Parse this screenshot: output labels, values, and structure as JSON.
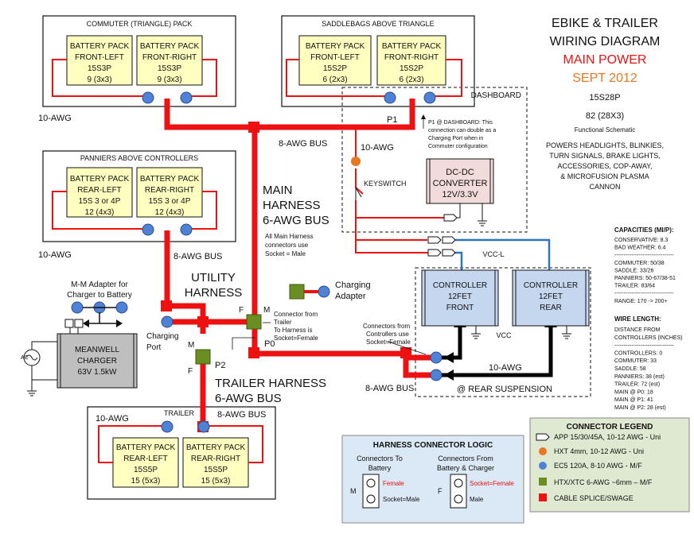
{
  "title": {
    "line1": "EBIKE & TRAILER",
    "line2": "WIRING DIAGRAM",
    "line3": "MAIN POWER",
    "line4": "SEPT 2012",
    "config1": "15S28P",
    "config2": "82 (28X3)",
    "subtitle": "Functional Schematic",
    "powers": [
      "POWERS HEADLIGHTS, BLINKIES,",
      "TURN SIGNALS, BRAKE LIGHTS,",
      "ACCESSORIES, COP-AWAY,",
      "& MICROFUSION PLASMA",
      "CANNON"
    ],
    "accent_red": "#ee1111",
    "accent_orange": "#e87722"
  },
  "packs": {
    "commuter": {
      "label": "COMMUTER (TRIANGLE) PACK",
      "left": [
        "BATTERY PACK",
        "FRONT-LEFT",
        "15S3P",
        "9 (3x3)"
      ],
      "right": [
        "BATTERY PACK",
        "FRONT-RIGHT",
        "15S3P",
        "9 (3x3)"
      ]
    },
    "saddlebags": {
      "label": "SADDLEBAGS ABOVE TRIANGLE",
      "left": [
        "BATTERY PACK",
        "FRONT-LEFT",
        "15S2P",
        "6 (2x3)"
      ],
      "right": [
        "BATTERY PACK",
        "FRONT-RIGHT",
        "15S2P",
        "6 (2x3)"
      ]
    },
    "panniers": {
      "label": "PANNIERS ABOVE CONTROLLERS",
      "left": [
        "BATTERY PACK",
        "REAR-LEFT",
        "15S 3 or 4P",
        "12 (4x3)"
      ],
      "right": [
        "BATTERY PACK",
        "REAR-RIGHT",
        "15S 3 or 4P",
        "12 (4x3)"
      ]
    },
    "trailer": {
      "label": "TRAILER",
      "left": [
        "BATTERY PACK",
        "REAR-LEFT",
        "15S5P",
        "15 (5x3)"
      ],
      "right": [
        "BATTERY PACK",
        "REAR-RIGHT",
        "15S5P",
        "15 (5x3)"
      ]
    },
    "fill": "#ffffc0"
  },
  "labels": {
    "awg10_top": "10-AWG",
    "awg10_mid": "10-AWG",
    "awg10_trailer": "10-AWG",
    "awg10_dash": "10-AWG",
    "awg10_rear": "10-AWG",
    "awg8_bus_top": "8-AWG BUS",
    "awg8_bus_panniers": "8-AWG BUS",
    "awg8_bus_rear": "8-AWG BUS",
    "awg8_bus_trailer": "8-AWG BUS",
    "p1": "P1",
    "p0": "P0",
    "p2": "P2",
    "main_harness": [
      "MAIN",
      "HARNESS",
      "6-AWG BUS"
    ],
    "main_note": [
      "All Main Harness",
      "connectors use",
      "Socket = Male"
    ],
    "utility_harness": [
      "UTILITY",
      "HARNESS"
    ],
    "trailer_harness": [
      "TRAILER HARNESS",
      "6-AWG BUS"
    ],
    "charging_adapter": [
      "Charging",
      "Adapter"
    ],
    "charging_port": [
      "Charging",
      "Port"
    ],
    "mm_adapter": [
      "M-M Adapter for",
      "Charger to Battery"
    ],
    "trailer_note": [
      "Connector from",
      "Trailer",
      "To Harness is",
      "Socket=Female"
    ],
    "controllers_note": [
      "Connectors from",
      "Controllers use",
      "Socket=Female"
    ],
    "p1_note": [
      "P1 @ DASHBOARD: This",
      "connection can double as a",
      "Charging Port when in",
      "Commuter configuration"
    ],
    "dashboard": "DASHBOARD",
    "keyswitch": "KEYSWITCH",
    "dcdc": [
      "DC-DC",
      "CONVERTER",
      "12V/3.3V"
    ],
    "vcc_l": "VCC-L",
    "vcc": "VCC",
    "controller_front": [
      "CONTROLLER",
      "12FET",
      "FRONT"
    ],
    "controller_rear": [
      "CONTROLLER",
      "12FET",
      "REAR"
    ],
    "rear_suspension": "@ REAR SUSPENSION",
    "meanwell": [
      "MEANWELL",
      "CHARGER",
      "63V 1.5kW"
    ],
    "ac": "AC",
    "m": "M",
    "f": "F"
  },
  "capacities": {
    "title": "CAPACITIES (MI/P):",
    "rows": [
      "CONSERVATIVE: 8.3",
      "BAD WEATHER: 6.4",
      "--------------------------------",
      "COMMUTER: 50/38",
      "SADDLE: 33/26",
      "PANNIERS: 50-67/38-51",
      "TRAILER: 83/64",
      "--------------------------------",
      "RANGE: 170 -> 200+"
    ]
  },
  "wire_length": {
    "title": "WIRE LENGTH:",
    "rows": [
      "DISTANCE FROM",
      "CONTROLLERS (INCHES)",
      "--------------------------------",
      "CONTROLLERS: 0",
      "COMMUTER: 33",
      "SADDLE: 58",
      "PANNIERS: 38 (est)",
      "TRAILER: 72 (est)",
      "MAIN @ P0: 18",
      "MAIN @ P1: 41",
      "MAIN @ P2: 28 (est)"
    ]
  },
  "connector_legend": {
    "title": "CONNECTOR LEGEND",
    "items": [
      {
        "icon": "app-connector-icon",
        "label": "APP 15/30/45A, 10-12 AWG - Uni"
      },
      {
        "icon": "hxt-connector-icon",
        "label": "HXT 4mm, 10-12 AWG - Uni"
      },
      {
        "icon": "ec5-connector-icon",
        "label": "EC5 120A, 8-10 AWG  - M/F"
      },
      {
        "icon": "xtc-connector-icon",
        "label": "HTX/XTC 6-AWG ~6mm – M/F"
      },
      {
        "icon": "splice-icon",
        "label": "CABLE SPLICE/SWAGE"
      }
    ],
    "bg": "#dfe8d0"
  },
  "harness_logic": {
    "title": "HARNESS CONNECTOR LOGIC",
    "left_title": [
      "Connectors To",
      "Battery"
    ],
    "left_side": "M",
    "left_top": "Female",
    "left_bottom": "Socket=Male",
    "right_title": [
      "Connectors From",
      "Battery & Charger"
    ],
    "right_side": "F",
    "right_top": "Socket=Female",
    "right_bottom": "Male",
    "bg": "#dbe8f5"
  },
  "colors": {
    "wire_red": "#ee1111",
    "wire_blue": "#2f74c0",
    "wire_black": "#000000",
    "ec5_blue": "#4f81d6",
    "hxt_orange": "#e87722",
    "xtc_green": "#6b8e23",
    "controller_fill": "#c5d7ef",
    "dcdc_fill": "#f2dcdb",
    "charger_fill": "#bfbfbf"
  }
}
